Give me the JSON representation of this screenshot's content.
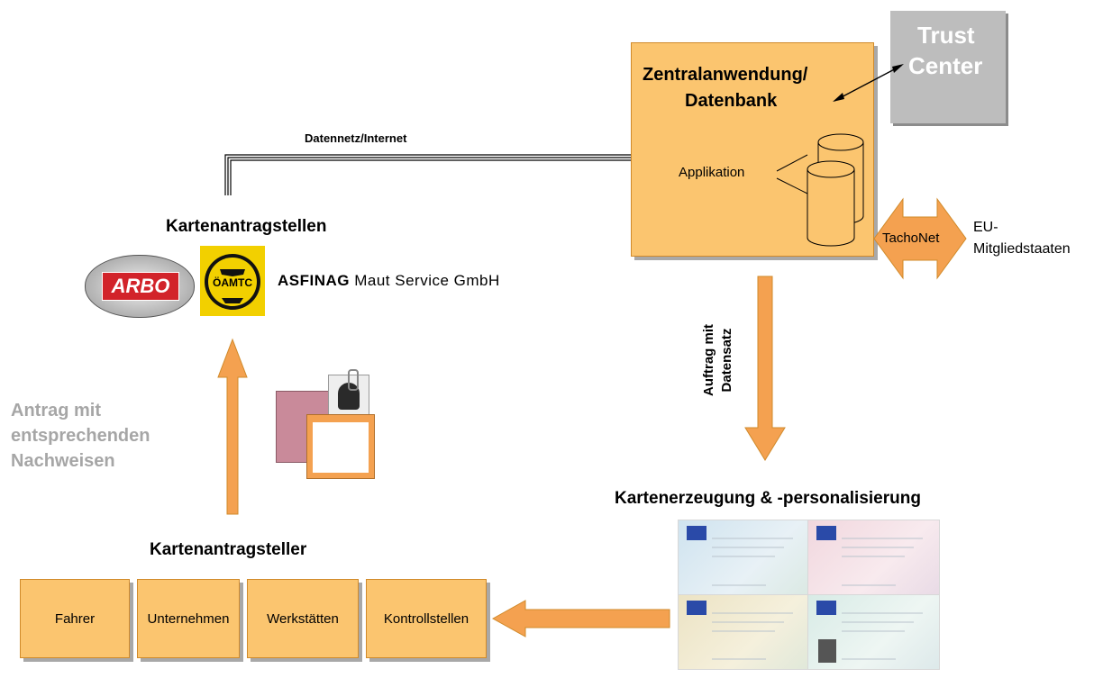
{
  "central": {
    "title_line1": "Zentralanwendung/",
    "title_line2": "Datenbank",
    "app_label": "Applikation"
  },
  "trust": {
    "line1": "Trust",
    "line2": "Center"
  },
  "network_label": "Datennetz/Internet",
  "tachonet": {
    "label": "TachoNet",
    "eu_line1": "EU-",
    "eu_line2": "Mitgliedstaaten"
  },
  "order_label": {
    "line1": "Auftrag mit",
    "line2": "Datensatz"
  },
  "card_production_title": "Kartenerzeugung & -personalisierung",
  "application_offices": {
    "title": "Kartenantragstellen",
    "logos": {
      "arbo": "ARBO",
      "oamtc": "ÖAMTC",
      "asfinag_bold": "ASFINAG",
      "asfinag_rest": " Maut Service GmbH"
    }
  },
  "application_label": {
    "line1": "Antrag mit",
    "line2": "entsprechenden",
    "line3": "Nachweisen"
  },
  "applicants": {
    "title": "Kartenantragsteller",
    "items": [
      "Fahrer",
      "Unternehmen",
      "Werkstätten",
      "Kontrollstellen"
    ]
  },
  "colors": {
    "box": "#fbc56f",
    "arrow": "#f4a150",
    "trust": "#bdbdbd",
    "grey_text": "#a6a6a6"
  }
}
